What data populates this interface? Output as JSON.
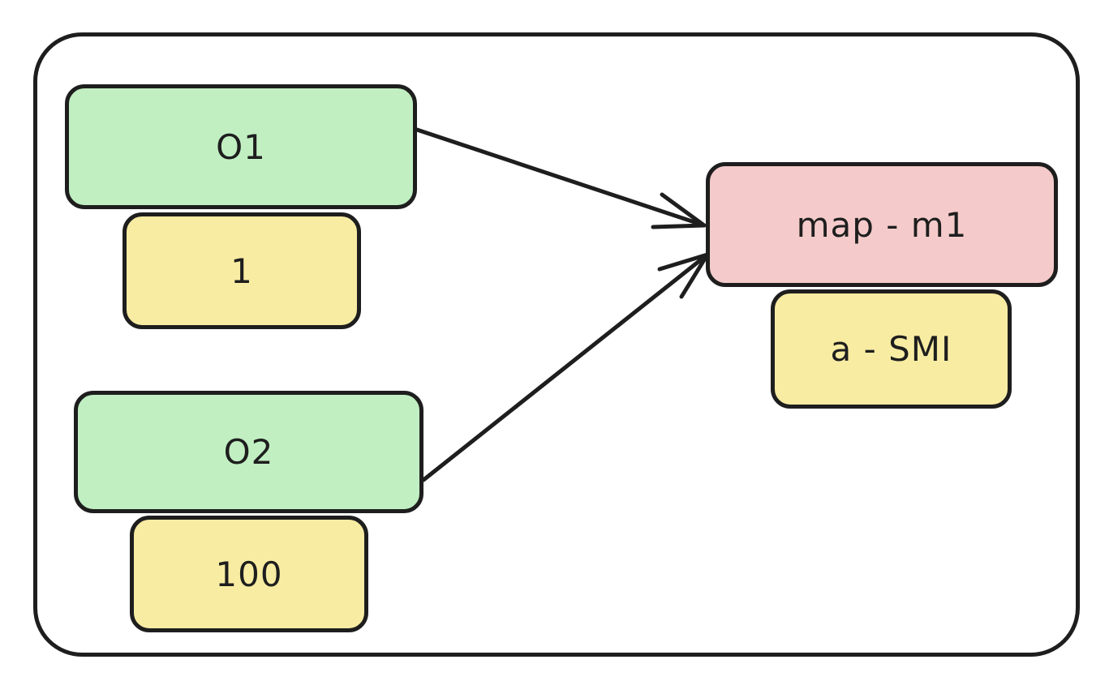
{
  "nodes": {
    "o1": {
      "label": "O1"
    },
    "o1_value": {
      "label": "1"
    },
    "o2": {
      "label": "O2"
    },
    "o2_value": {
      "label": "100"
    },
    "map": {
      "label": "map - m1"
    },
    "map_value": {
      "label": "a - SMI"
    }
  },
  "edges": [
    {
      "from": "o1",
      "to": "map"
    },
    {
      "from": "o2",
      "to": "map"
    }
  ],
  "colors": {
    "object_fill": "#c1efc2",
    "value_fill": "#f8eca3",
    "map_fill": "#f4cbca",
    "stroke": "#1e1e1e"
  }
}
